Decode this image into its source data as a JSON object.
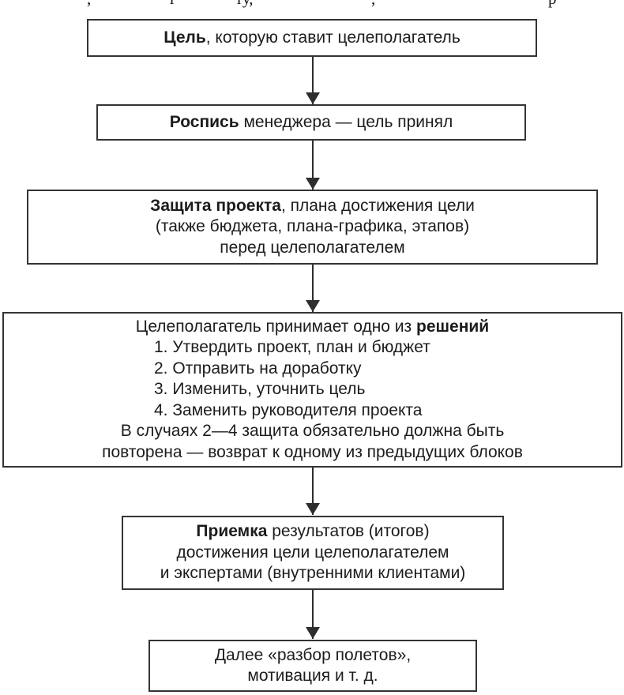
{
  "figure": {
    "type": "flowchart",
    "background": "#ffffff",
    "border_color": "#343434",
    "arrow_color": "#2e2e2e",
    "text_color": "#1c1c1c"
  },
  "top_clipped_fragments": [
    ",",
    "т",
    "ту,",
    ",",
    "р"
  ],
  "flowchart": {
    "boxes": [
      {
        "id": "goal",
        "lines": [
          {
            "pre": "",
            "bold": "Цель",
            "post": ", которую ставит целеполагатель"
          }
        ]
      },
      {
        "id": "signature",
        "lines": [
          {
            "pre": "",
            "bold": "Роспись",
            "post": " менеджера — цель принял"
          }
        ]
      },
      {
        "id": "defense",
        "lines": [
          {
            "pre": "",
            "bold": "Защита проекта",
            "post": ", плана достижения цели"
          },
          {
            "pre": "(также бюджета, плана-графика, этапов)",
            "bold": "",
            "post": ""
          },
          {
            "pre": "перед целеполагателем",
            "bold": "",
            "post": ""
          }
        ]
      },
      {
        "id": "decision",
        "lines": [
          {
            "pre": "Целеполагатель принимает одно из ",
            "bold": "решений",
            "post": ""
          },
          {
            "pre": "1. Утвердить проект, план и бюджет",
            "bold": "",
            "post": ""
          },
          {
            "pre": "2. Отправить на доработку",
            "bold": "",
            "post": ""
          },
          {
            "pre": "3. Изменить, уточнить цель",
            "bold": "",
            "post": ""
          },
          {
            "pre": "4. Заменить руководителя проекта",
            "bold": "",
            "post": ""
          },
          {
            "pre": "В случаях 2—4 защита обязательно должна быть",
            "bold": "",
            "post": ""
          },
          {
            "pre": "повторена — возврат к одному из предыдущих блоков",
            "bold": "",
            "post": ""
          }
        ]
      },
      {
        "id": "acceptance",
        "lines": [
          {
            "pre": "",
            "bold": "Приемка",
            "post": " результатов (итогов)"
          },
          {
            "pre": "достижения цели целеполагателем",
            "bold": "",
            "post": ""
          },
          {
            "pre": "и экспертами (внутренними клиентами)",
            "bold": "",
            "post": ""
          }
        ]
      },
      {
        "id": "debrief",
        "lines": [
          {
            "pre": "Далее «разбор полетов»,",
            "bold": "",
            "post": ""
          },
          {
            "pre": "мотивация и т. д.",
            "bold": "",
            "post": ""
          }
        ]
      }
    ]
  }
}
